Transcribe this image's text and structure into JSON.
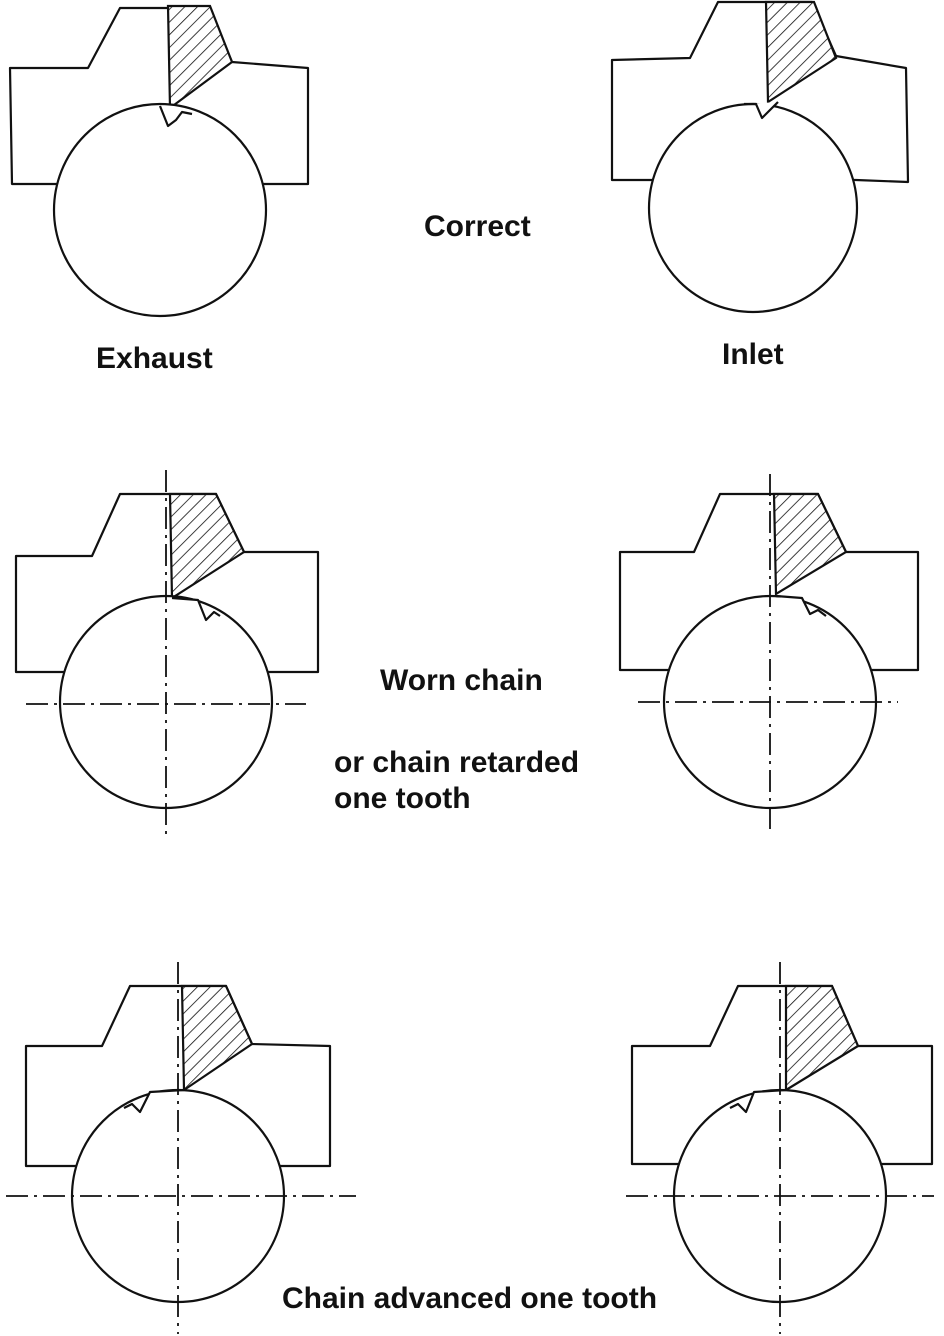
{
  "labels": {
    "correct": "Correct",
    "exhaust": "Exhaust",
    "inlet": "Inlet",
    "worn_chain": "Worn chain",
    "retarded_line1": "or chain retarded",
    "retarded_line2": "one tooth",
    "advanced": "Chain advanced one tooth"
  },
  "colors": {
    "ink": "#111111",
    "paper": "#ffffff"
  }
}
